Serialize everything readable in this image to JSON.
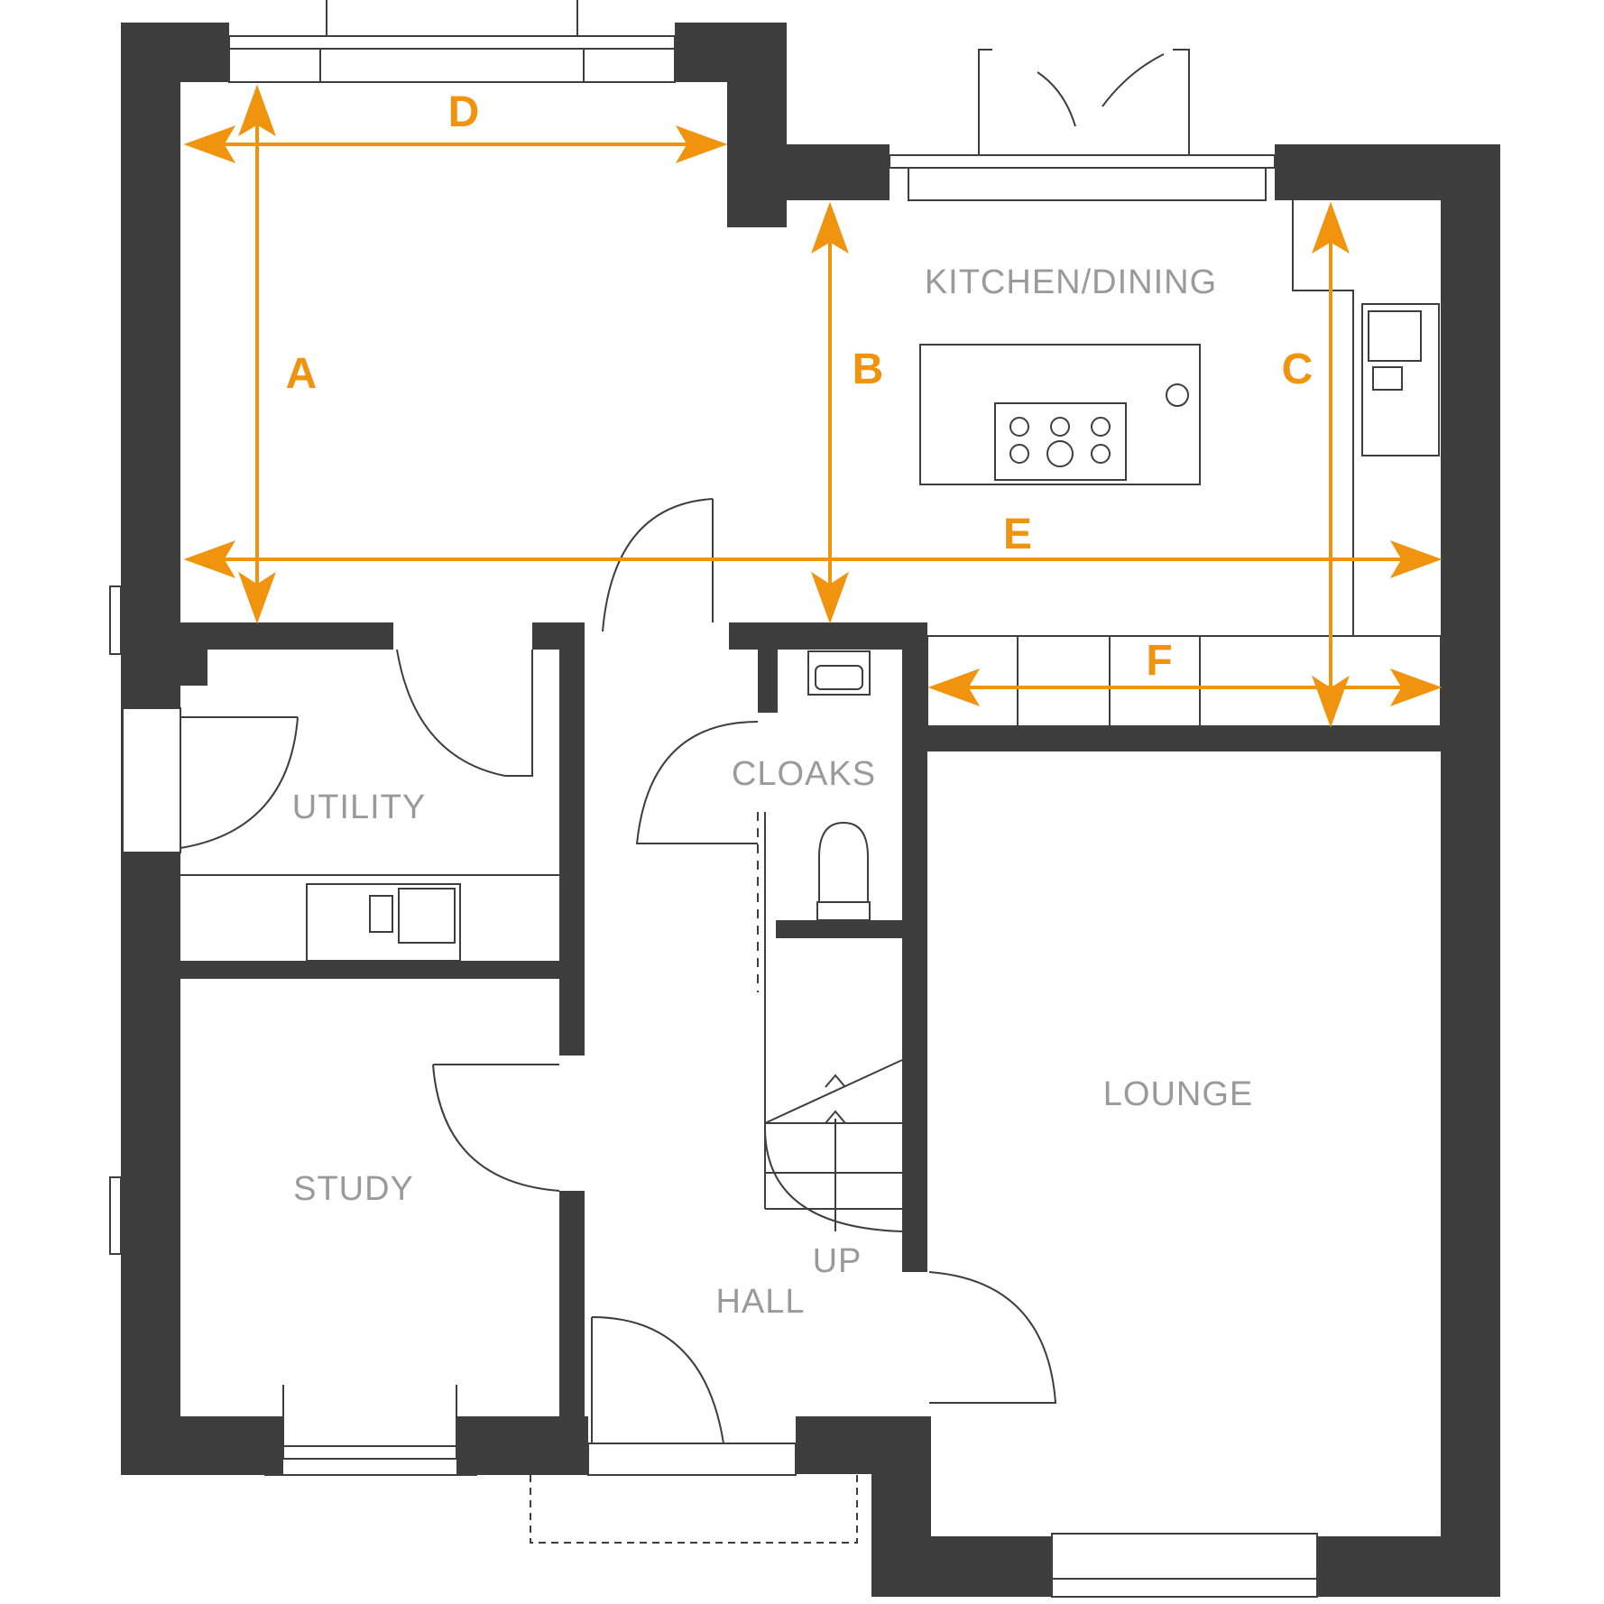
{
  "rooms": {
    "kitchen_dining": "KITCHEN/DINING",
    "cloaks": "CLOAKS",
    "utility": "UTILITY",
    "study": "STUDY",
    "lounge": "LOUNGE",
    "hall": "HALL",
    "up": "UP"
  },
  "dimensions": [
    "A",
    "B",
    "C",
    "D",
    "E",
    "F"
  ],
  "colors": {
    "wall": "#3e3e3e",
    "dimension": "#f0930f",
    "label": "#9a9a9a"
  }
}
